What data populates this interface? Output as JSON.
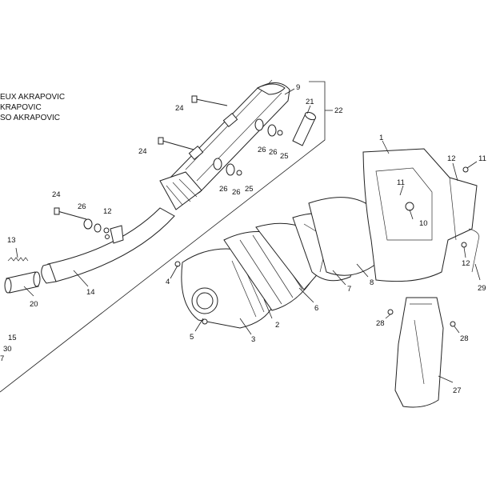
{
  "legend": {
    "lines": [
      "EUX AKRAPOVIC",
      "KRAPOVIC",
      "SO AKRAPOVIC"
    ]
  },
  "callouts": [
    "1",
    "2",
    "3",
    "4",
    "5",
    "6",
    "7",
    "8",
    "9",
    "10",
    "11",
    "11",
    "12",
    "12",
    "12",
    "13",
    "14",
    "15",
    "20",
    "21",
    "22",
    "24",
    "24",
    "24",
    "25",
    "25",
    "26",
    "26",
    "26",
    "26",
    "26",
    "27",
    "28",
    "28",
    "29",
    "30",
    "7"
  ],
  "colors": {
    "line": "#222222",
    "background": "#ffffff"
  }
}
